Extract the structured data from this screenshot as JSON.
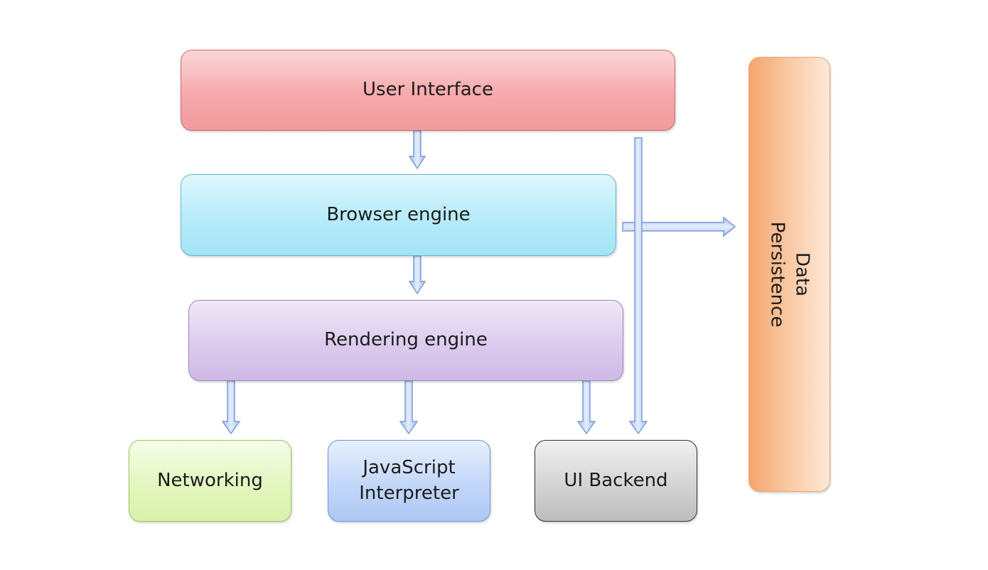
{
  "diagram": {
    "boxes": {
      "user_interface": "User  Interface",
      "browser_engine": "Browser engine",
      "rendering_engine": "Rendering engine",
      "networking": "Networking",
      "javascript_interpreter": "JavaScript\nInterpreter",
      "ui_backend": "UI Backend",
      "data_persistence": "Data Persistence"
    },
    "colors": {
      "user_interface": "#f6a9ac",
      "browser_engine": "#b6ebf9",
      "rendering_engine": "#dccbee",
      "networking": "#e3f6bf",
      "javascript_interpreter": "#c3d7f8",
      "ui_backend": "#d4d4d4",
      "data_persistence": "#f9c9a4",
      "arrow_fill": "#c6d8f6",
      "arrow_stroke": "#7a9ad6"
    },
    "arrows": [
      {
        "from": "User  Interface",
        "to": "Browser engine"
      },
      {
        "from": "Browser engine",
        "to": "Rendering engine"
      },
      {
        "from": "Rendering engine",
        "to": "Networking"
      },
      {
        "from": "Rendering engine",
        "to": "JavaScript\nInterpreter"
      },
      {
        "from": "Rendering engine",
        "to": "UI Backend"
      },
      {
        "from": "User  Interface",
        "to": "UI Backend"
      },
      {
        "from": "Browser engine",
        "to": "Data Persistence"
      }
    ]
  }
}
